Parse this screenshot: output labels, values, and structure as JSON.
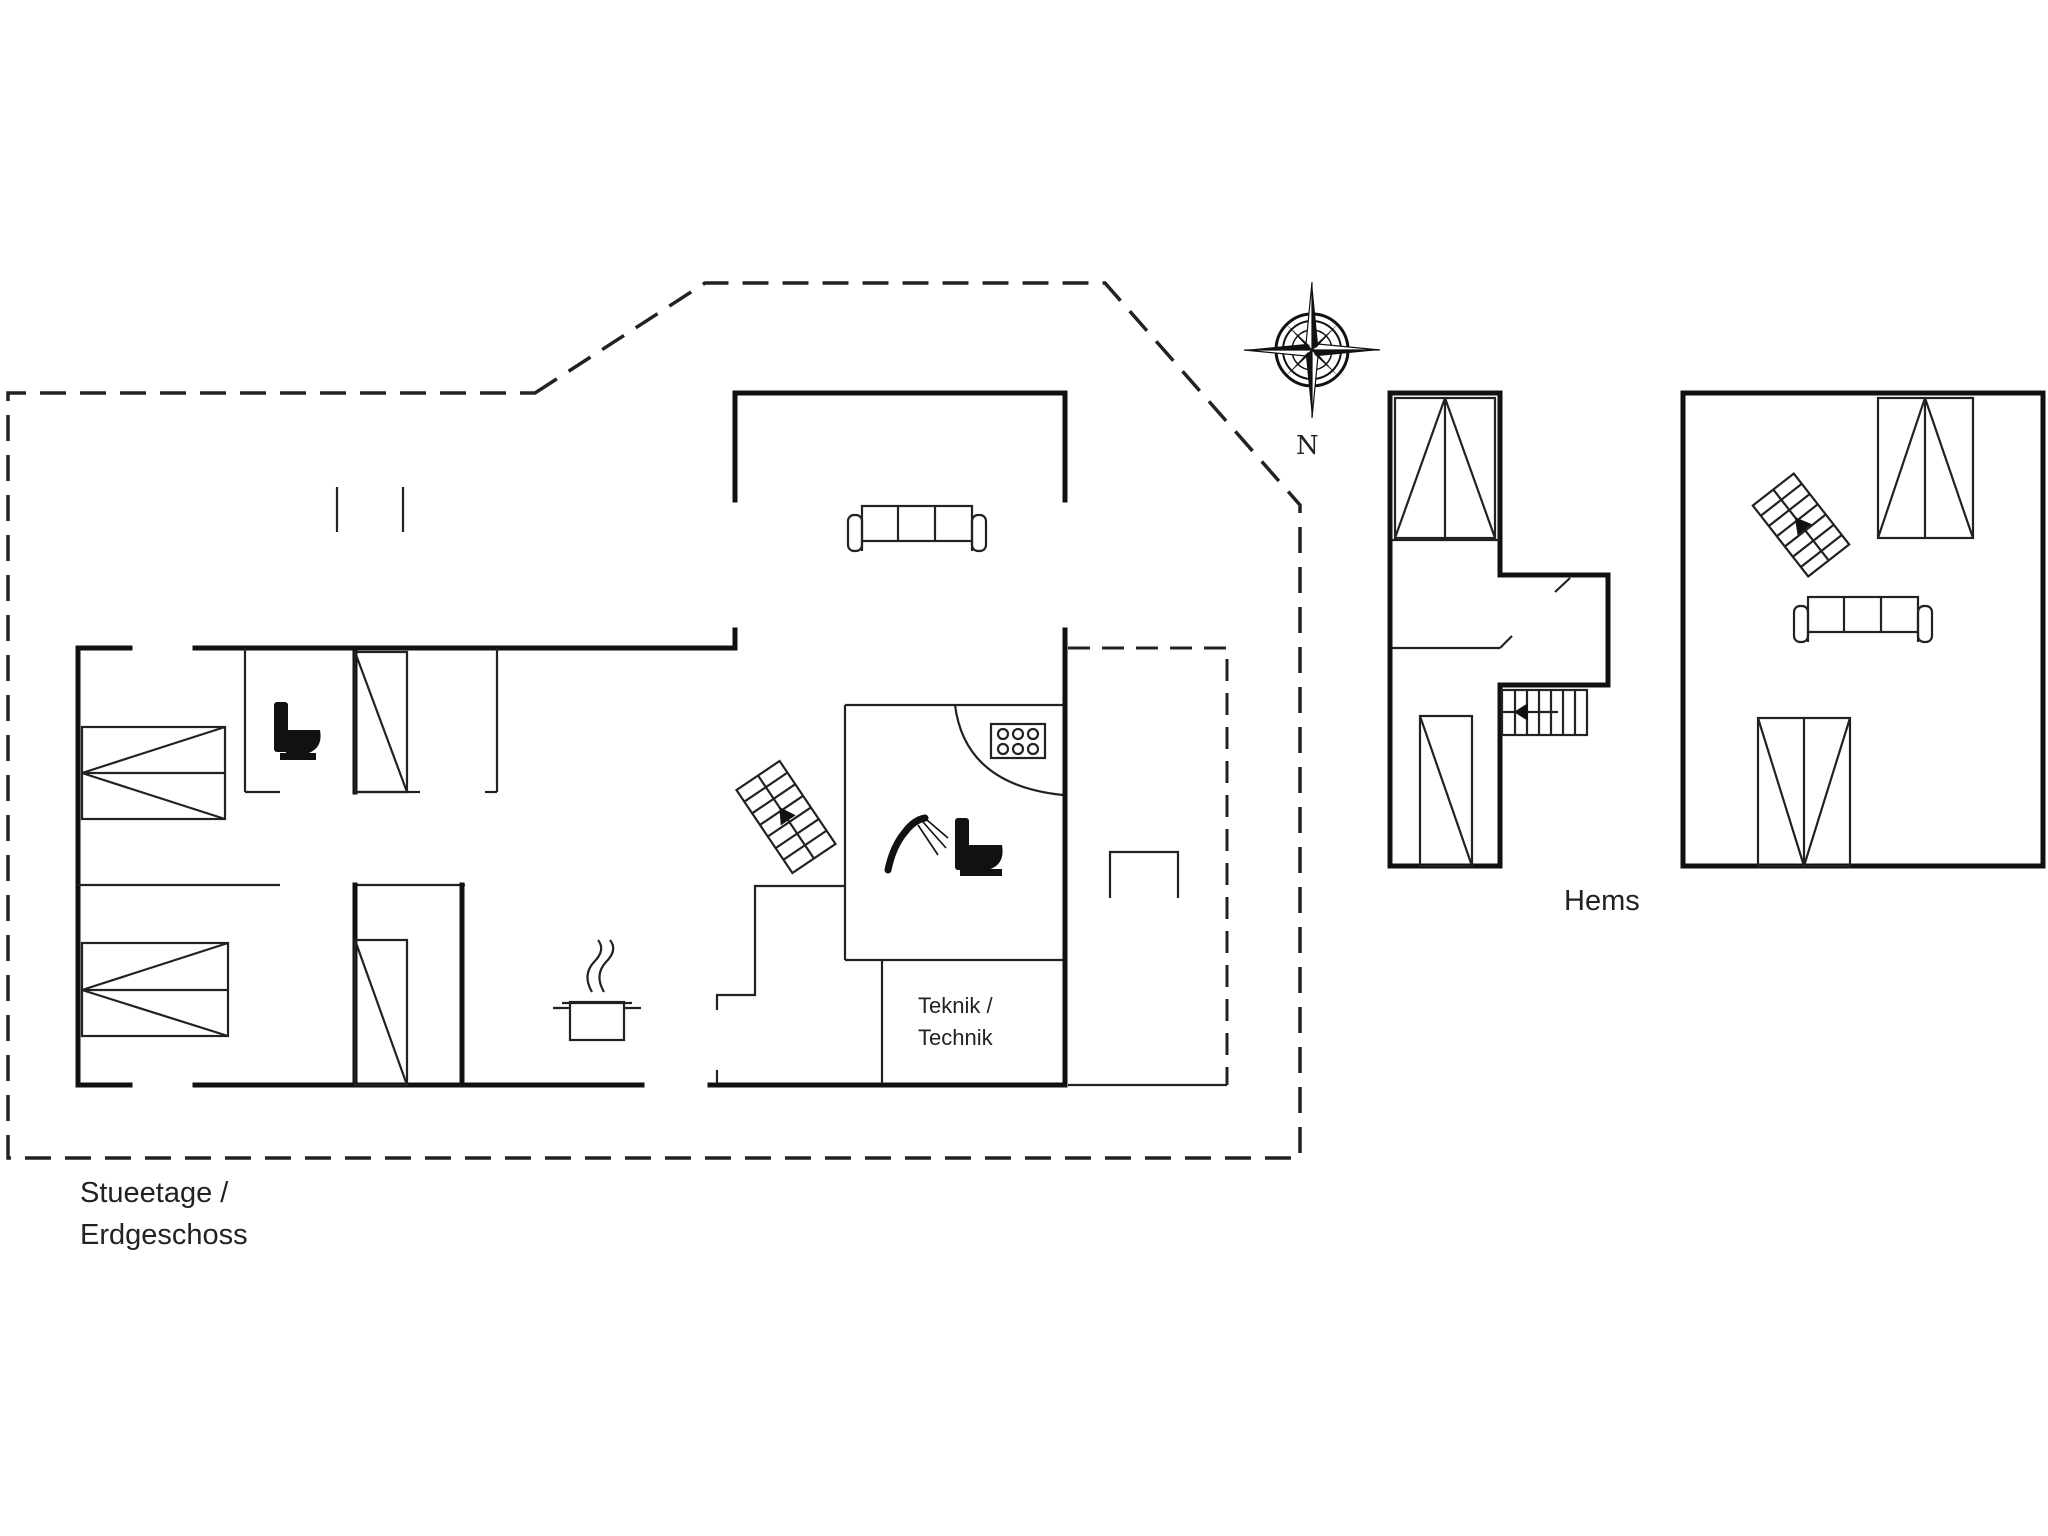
{
  "labels": {
    "ground_floor_line1": "Stueetage /",
    "ground_floor_line2": "Erdgeschoss",
    "loft": "Hems",
    "tech_line1": "Teknik /",
    "tech_line2": "Technik",
    "north": "N"
  },
  "icons": [
    "compass-rose-icon",
    "sofa-icon",
    "toilet-icon",
    "shower-icon",
    "stove-icon",
    "cooking-pot-icon",
    "staircase-icon",
    "bed-icon",
    "wardrobe-icon"
  ]
}
